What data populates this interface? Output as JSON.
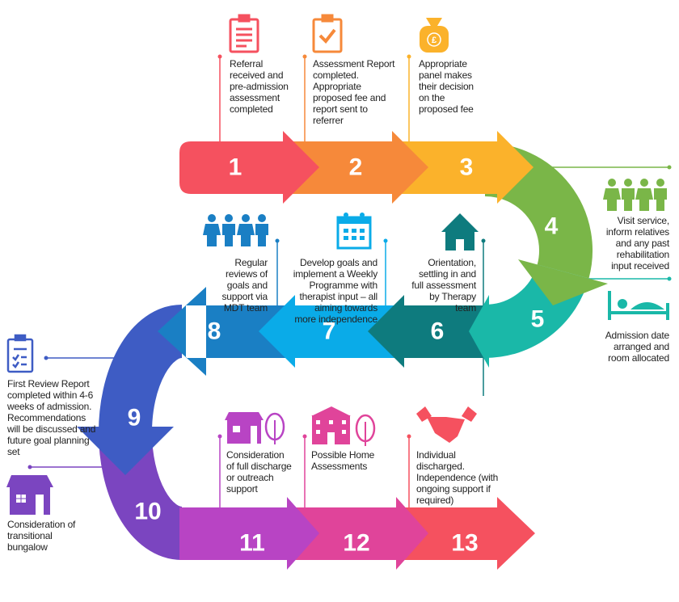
{
  "steps": [
    {
      "number": "1",
      "text": "Referral\nreceived and\npre-admission\nassessment\ncompleted",
      "icon": "clipboard-list-icon",
      "color": "#f5515f"
    },
    {
      "number": "2",
      "text": "Assessment Report\ncompleted.\nAppropriate\nproposed fee and\nreport sent to\nreferrer",
      "icon": "clipboard-check-icon",
      "color": "#f6893a"
    },
    {
      "number": "3",
      "text": "Appropriate\npanel makes\ntheir decision\non the\nproposed fee",
      "icon": "money-bag-pound-icon",
      "color": "#fbb22b"
    },
    {
      "number": "4",
      "text": "Visit service,\ninform relatives\nand any past\nrehabilitation\ninput received",
      "icon": "people-group-icon",
      "color": "#7ab648"
    },
    {
      "number": "5",
      "text": "Admission date\narranged and\nroom allocated",
      "icon": "bed-icon",
      "color": "#1ab8a8"
    },
    {
      "number": "6",
      "text": "Orientation,\nsettling in and\nfull assessment\nby Therapy\nteam",
      "icon": "house-icon",
      "color": "#0e7b7e"
    },
    {
      "number": "7",
      "text": "Develop goals and\nimplement a Weekly\nProgramme with\ntherapist input – all\naiming towards\nmore independence",
      "icon": "calendar-icon",
      "color": "#0aabe8"
    },
    {
      "number": "8",
      "text": "Regular\nreviews of\ngoals and\nsupport via\nMDT team",
      "icon": "people-group-icon",
      "color": "#1a7fc4"
    },
    {
      "number": "9",
      "text": "First Review Report\ncompleted within 4-6\nweeks of admission.\nRecommendations\nwill be discussed and\nfuture goal planning\nset",
      "icon": "clipboard-checklist-icon",
      "color": "#3e5cc4"
    },
    {
      "number": "10",
      "text": "Consideration of\ntransitional\nbungalow",
      "icon": "bungalow-icon",
      "color": "#7b45c0"
    },
    {
      "number": "11",
      "text": "Consideration\nof full discharge\nor outreach\nsupport",
      "icon": "house-tree-icon",
      "color": "#b844c4"
    },
    {
      "number": "12",
      "text": "Possible Home\nAssessments",
      "icon": "home-tree-icon",
      "color": "#e0449a"
    },
    {
      "number": "13",
      "text": "Individual\ndischarged.\nIndependence (with\nongoing support if\nrequired)",
      "icon": "handshake-icon",
      "color": "#f5515f"
    }
  ]
}
